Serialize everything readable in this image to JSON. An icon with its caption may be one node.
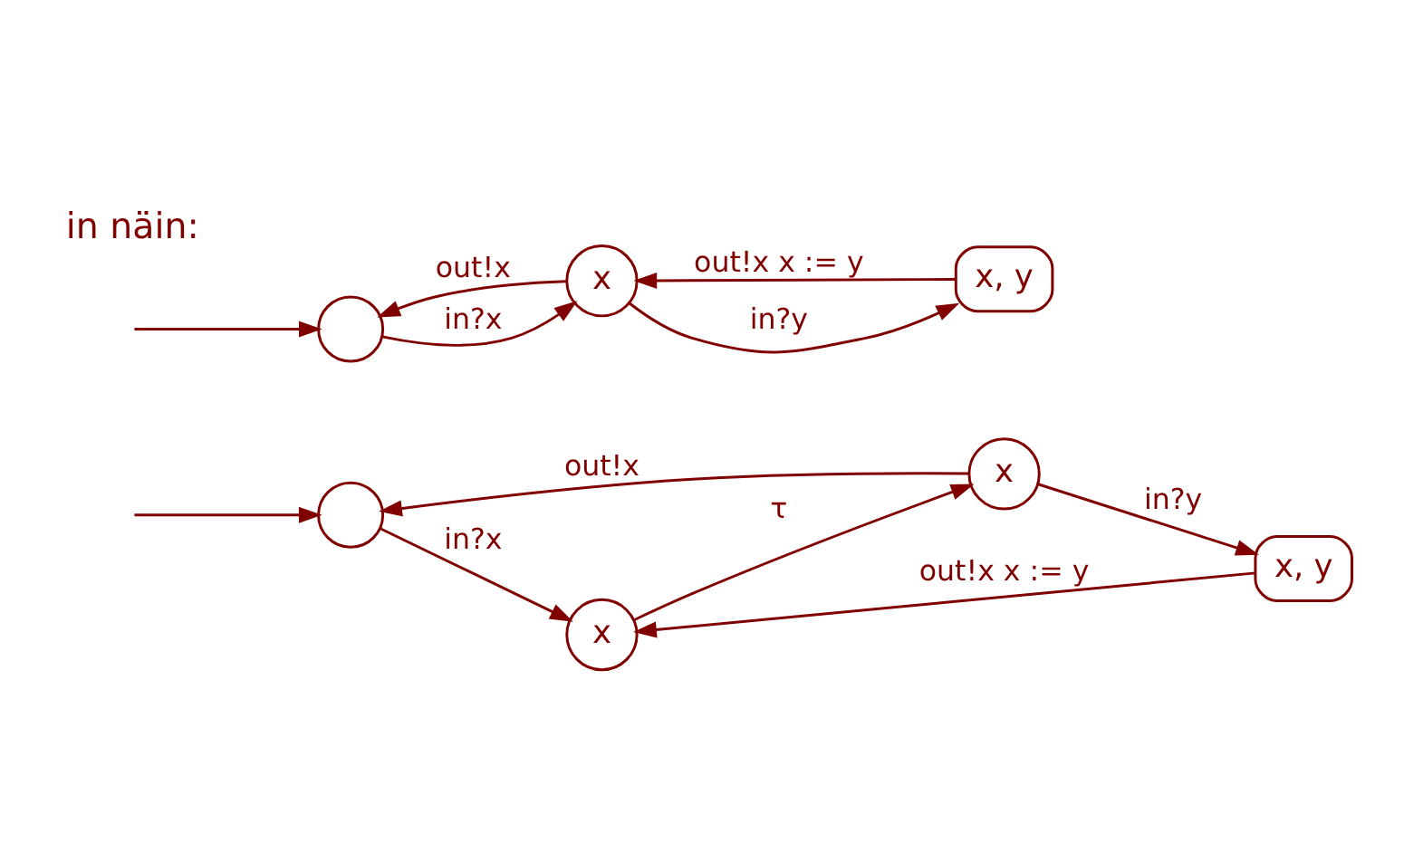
{
  "diagram": {
    "nodes": [
      {
        "text": [],
        "shape": "circle"
      },
      {
        "text": [
          "x"
        ]
      },
      {
        "text": [
          "x, y"
        ]
      },
      {
        "text": [],
        "shape": "circle"
      },
      {
        "text": [
          "x"
        ]
      },
      {
        "text": [
          "x"
        ]
      },
      {
        "text": [
          "x, y"
        ]
      }
    ],
    "edges": [
      {
        "from": null,
        "to": 0,
        "arrow": "to"
      },
      {
        "from": 0,
        "to": 1,
        "label": "in?x",
        "arrow": "to"
      },
      {
        "from": 1,
        "to": 0,
        "label": "out!x",
        "arrow": "to"
      },
      {
        "from": 1,
        "to": 2,
        "label": "in?y",
        "arrow": "to"
      },
      {
        "from": 2,
        "to": 1,
        "label": "out!x x := y",
        "arrow": "to"
      },
      {
        "from": null,
        "to": 3,
        "arrow": "to"
      },
      {
        "from": 4,
        "to": 3,
        "label": "out!x",
        "arrow": "to"
      },
      {
        "from": 3,
        "to": 5,
        "label": "in?x",
        "arrow": "to"
      },
      {
        "from": 5,
        "to": 4,
        "label": "τ",
        "arrow": "to"
      },
      {
        "from": 4,
        "to": 6,
        "label": "in?y",
        "arrow": "to"
      },
      {
        "from": 6,
        "to": 5,
        "label": "out!x x := y",
        "arrow": "to"
      }
    ],
    "labels": [
      "in näin:"
    ]
  }
}
